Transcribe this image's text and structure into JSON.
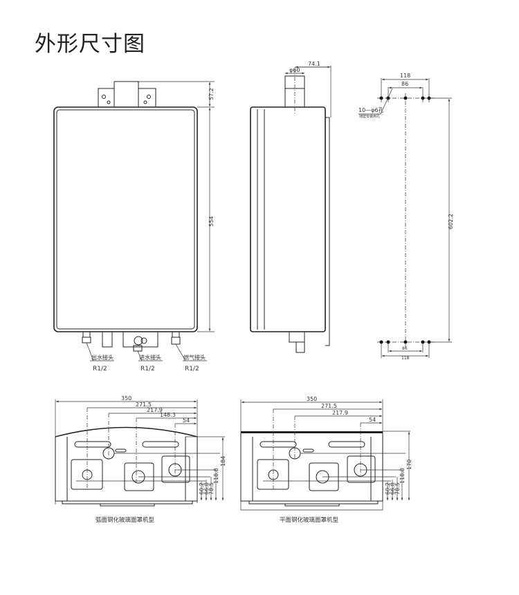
{
  "title": "外形尺寸图",
  "front_view": {
    "dims": {
      "top_bracket": "57.2",
      "height": "554"
    },
    "fittings": [
      {
        "name": "出水接头",
        "size": "R1/2"
      },
      {
        "name": "进水接头",
        "size": "R1/2"
      },
      {
        "name": "燃气接头",
        "size": "R1/2"
      }
    ]
  },
  "side_view": {
    "dims": {
      "flue_offset": "74.1",
      "flue_diameter": "φ60"
    }
  },
  "mounting_view": {
    "dims": {
      "outer_width": "118",
      "inner_width": "86",
      "vertical": "602.2",
      "bottom_inner": "86",
      "bottom_outer": "118"
    },
    "hole_note": "10—φ6孔",
    "hole_subnote": "墙壁安装用孔"
  },
  "bottom_views": [
    {
      "caption": "弧面钢化玻璃面罩机型",
      "h_dims": [
        "350",
        "271.5",
        "217.9",
        "148.3",
        "54"
      ],
      "v_dims": [
        "60.2",
        "66.8",
        "78.5",
        "118.8",
        "184"
      ]
    },
    {
      "caption": "平面钢化玻璃面罩机型",
      "h_dims": [
        "350",
        "271.5",
        "217.9",
        "54"
      ],
      "v_dims": [
        "60.2",
        "66.8",
        "78.5",
        "118.8",
        "170"
      ]
    }
  ]
}
